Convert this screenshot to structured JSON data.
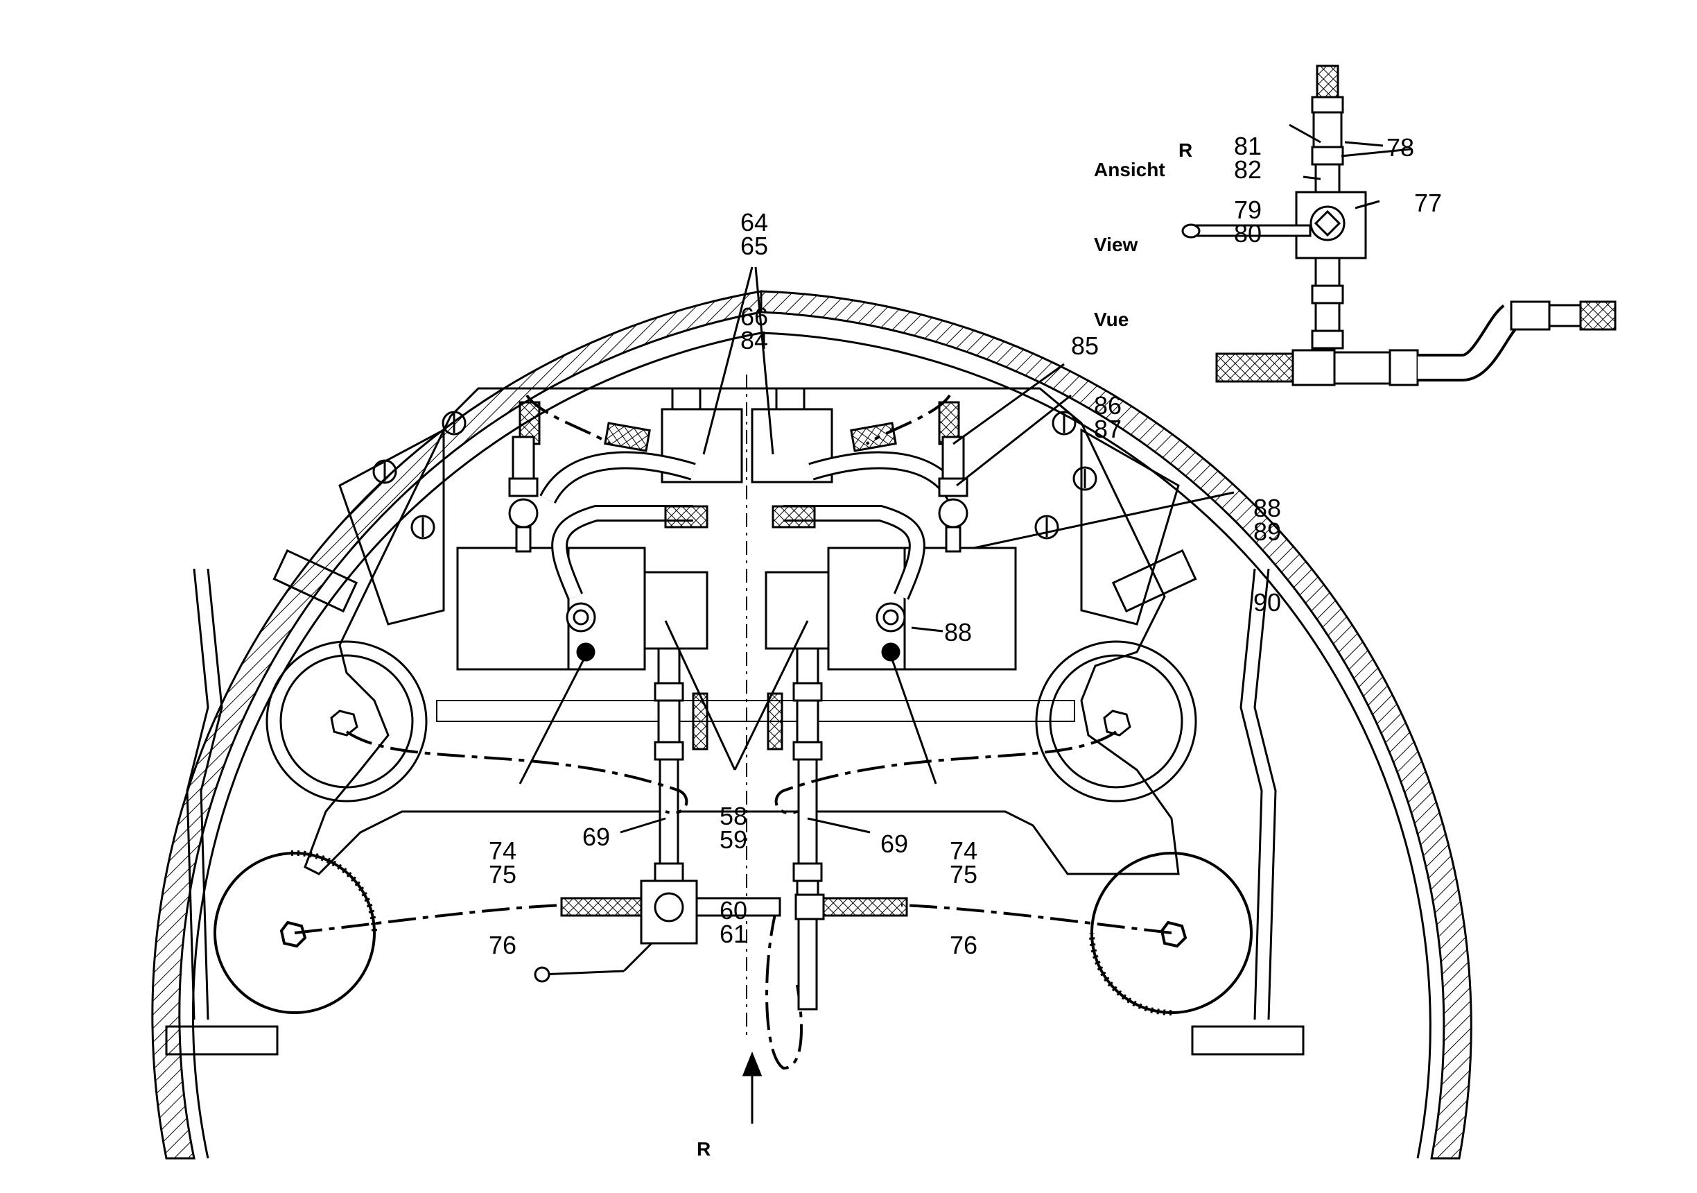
{
  "inset": {
    "view_heading": [
      "Ansicht",
      "View",
      "Vue"
    ],
    "view_letter": "R"
  },
  "view_marker": "R",
  "callouts": {
    "c64": [
      "64",
      "65",
      "66",
      "84"
    ],
    "c81": [
      "81",
      "82"
    ],
    "c78": "78",
    "c79": [
      "79",
      "80"
    ],
    "c77": "77",
    "c85": "85",
    "c86": [
      "86",
      "87"
    ],
    "c88top": [
      "88",
      "89",
      "90"
    ],
    "c88right": "88",
    "c58": [
      "58",
      "59",
      "60",
      "61"
    ],
    "c74left": [
      "74",
      "75",
      "76"
    ],
    "c74right": [
      "74",
      "75",
      "76"
    ],
    "c69left": "69",
    "c69right": "69"
  }
}
